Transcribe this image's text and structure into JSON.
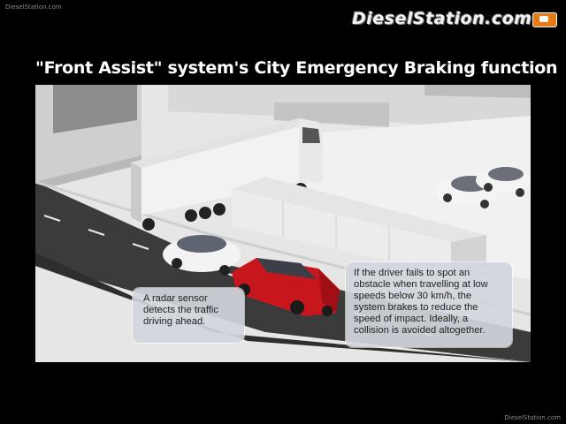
{
  "watermark_top": "DieselStation.com",
  "logo": {
    "text": "DieselStation.com"
  },
  "title": "\"Front Assist\" system's City Emergency Braking function",
  "callouts": {
    "left": "A radar sensor detects the traffic driving ahead.",
    "right": "If the driver fails to spot an obstacle when travelling at low speeds below 30 km/h, the system brakes to reduce the speed of impact. Ideally, a collision is avoided altogether."
  },
  "watermark_bottom": "DieselStation.com",
  "colors": {
    "background": "#000000",
    "car_red": "#c8161d",
    "road": "#3a3a3a",
    "logo_badge": "#e87a16"
  }
}
